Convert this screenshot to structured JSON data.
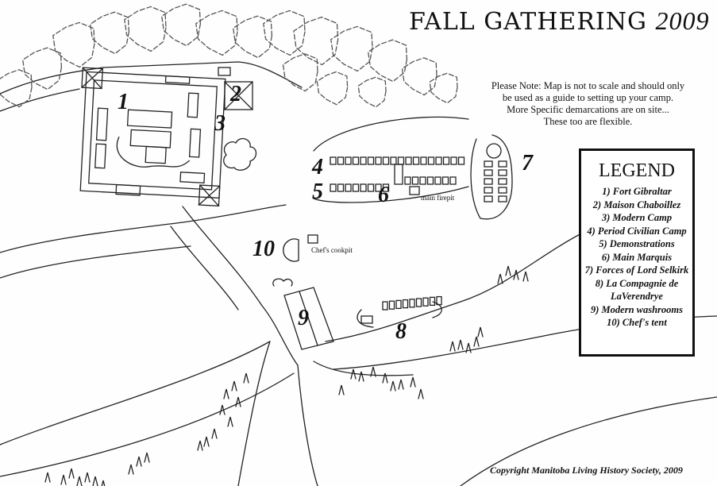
{
  "title": {
    "main": "FALL GATHERING",
    "year": "2009"
  },
  "note": [
    "Please Note: Map is not to scale and should only",
    "be used as a guide to setting up your camp.",
    "More Specific demarcations are on site...",
    "These too are flexible."
  ],
  "legend": {
    "heading": "LEGEND",
    "items": [
      "1) Fort Gibraltar",
      "2) Maison Chaboillez",
      "3) Modern Camp",
      "4) Period Civilian Camp",
      "5) Demonstrations",
      "6) Main Marquis",
      "7) Forces of Lord Selkirk",
      "8) La Compagnie de",
      "LaVerendrye",
      "9) Modern washrooms",
      "10) Chef's tent"
    ]
  },
  "map_numbers": {
    "n1": "1",
    "n2": "2",
    "n3": "3",
    "n4": "4",
    "n5": "5",
    "n6": "6",
    "n7": "7",
    "n8": "8",
    "n9": "9",
    "n10": "10"
  },
  "annotations": {
    "firepit": "main firepit",
    "cookpit": "Chef's cookpit"
  },
  "copyright": "Copyright Manitoba Living History Society, 2009"
}
